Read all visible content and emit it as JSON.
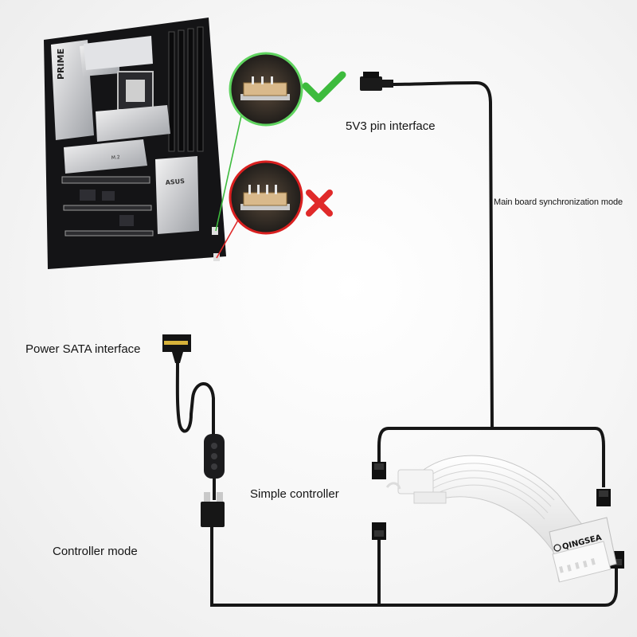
{
  "labels": {
    "pin_interface": "5V3 pin interface",
    "mainboard_sync_mode": "Main board synchronization mode",
    "power_sata_interface": "Power SATA interface",
    "simple_controller": "Simple controller",
    "controller_mode": "Controller mode"
  },
  "motherboard": {
    "series_text": "PRIME",
    "brand_text": "ASUS",
    "slot_text": "M.2"
  },
  "cable_brand": "QINGSEA",
  "indicators": {
    "correct": "check",
    "incorrect": "cross"
  },
  "colors": {
    "cable": "#161616",
    "correct": "#3dbb3d",
    "incorrect": "#e02a2a",
    "callout_border_green": "#5fd35f",
    "callout_border_red": "#d92020"
  }
}
